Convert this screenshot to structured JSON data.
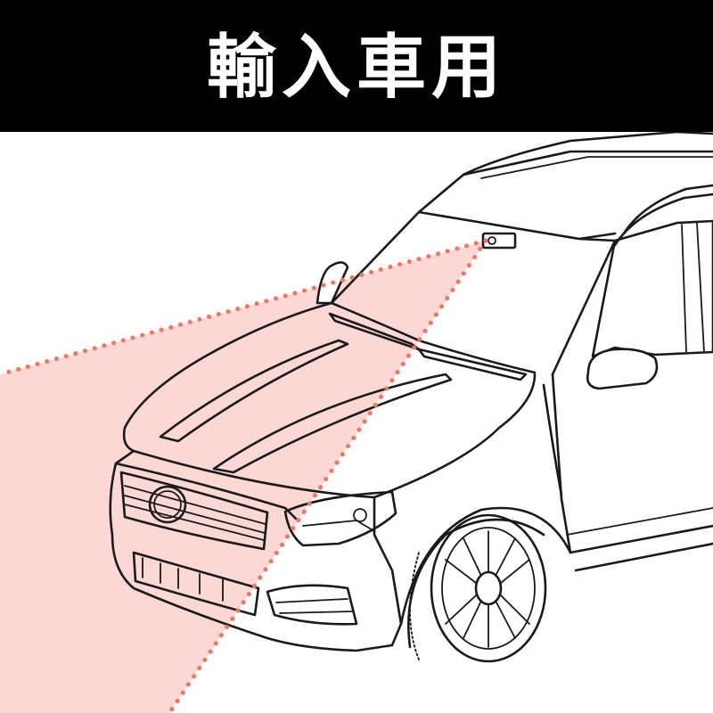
{
  "banner": {
    "title": "輸入車用",
    "background": "#000000",
    "text_color": "#ffffff"
  },
  "illustration": {
    "subject": "suv-front-three-quarter",
    "camera": "windshield-mounted-camera",
    "view_cone_color": "#fbd8d3",
    "view_lines_color": "#f07660"
  }
}
